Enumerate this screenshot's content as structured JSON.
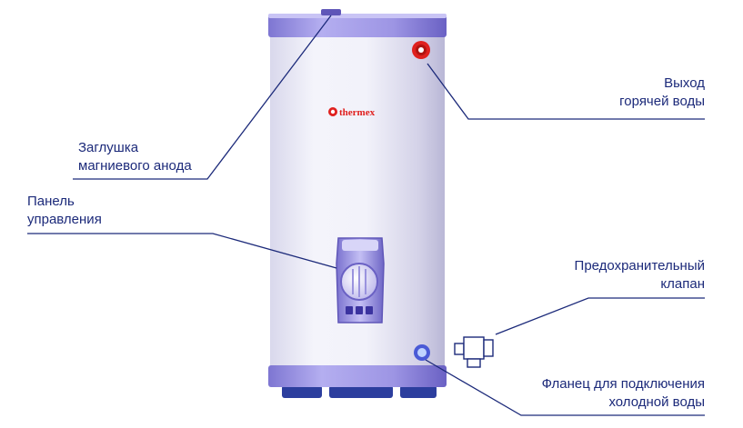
{
  "brand": {
    "logo_text": "thermex"
  },
  "callouts": {
    "hot_water_outlet": {
      "line1": "Выход",
      "line2": "горячей воды"
    },
    "anode_plug": {
      "line1": "Заглушка",
      "line2": "магниевого анода"
    },
    "control_panel": {
      "line1": "Панель",
      "line2": "управления"
    },
    "safety_valve": {
      "line1": "Предохранительный",
      "line2": "клапан"
    },
    "cold_water_flange": {
      "line1": "Фланец для подключения",
      "line2": "холодной воды"
    }
  },
  "colors": {
    "body_light": "#ececf6",
    "body_shadow": "#b9b7d6",
    "band": "#8c84d9",
    "band_dark": "#5f56b8",
    "feet": "#2c3e9e",
    "hot_port": "#e0201e",
    "cold_port": "#4a5ad6",
    "line": "#1c2a7a"
  }
}
